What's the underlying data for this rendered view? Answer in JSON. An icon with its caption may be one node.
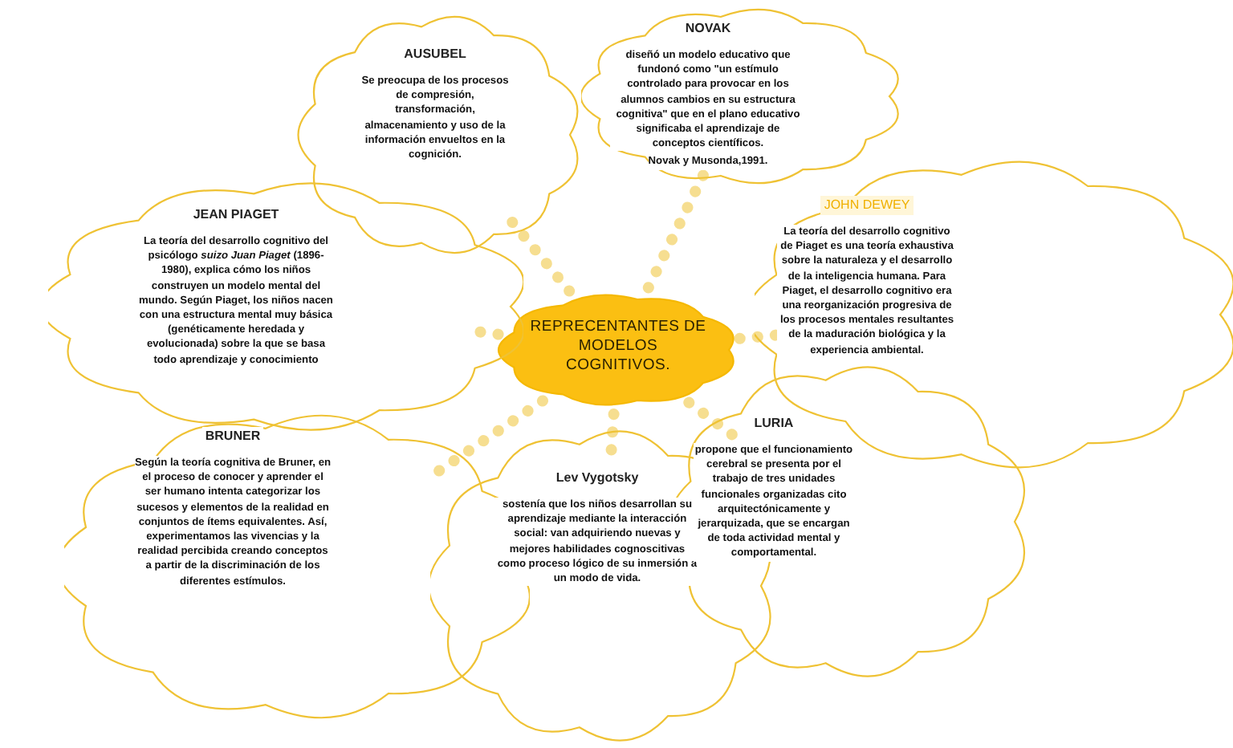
{
  "diagram": {
    "nodes": [
      {
        "text": [
          "REPRECENTANTES DE MODELOS COGNITIVOS."
        ]
      },
      {
        "text": [
          "AUSUBEL",
          "Se preocupa de los procesos de compresión, transformación, almacenamiento y uso de la información envueltos en la cognición."
        ]
      },
      {
        "text": [
          "NOVAK",
          "diseñó un modelo educativo que fundonó como \"un estímulo controlado para provocar en los alumnos cambios en su estructura cognitiva\" que en el plano educativo significaba el aprendizaje de conceptos científicos.",
          "Novak y Musonda,1991."
        ]
      },
      {
        "text": [
          "JEAN PIAGET",
          "La teoría del desarrollo cognitivo del psicólogo *suizo Juan Piaget* (1896-1980), explica cómo los niños construyen un modelo mental del mundo. Según Piaget, los niños nacen con una estructura mental muy básica (genéticamente heredada y evolucionada) sobre la que se basa todo aprendizaje y conocimiento"
        ]
      },
      {
        "text": [
          "JOHN DEWEY",
          "La teoría del desarrollo cognitivo de Piaget es una teoría exhaustiva sobre la naturaleza y el desarrollo de la inteligencia humana. Para Piaget, el desarrollo cognitivo era una reorganización progresiva de los procesos mentales resultantes de la maduración biológica y la experiencia ambiental."
        ]
      },
      {
        "text": [
          "BRUNER",
          "Según la teoría cognitiva de Bruner, en el proceso de conocer y aprender el ser humano intenta categorizar los sucesos y elementos de la realidad en conjuntos de ítems equivalentes. Así, experimentamos las vivencias y la realidad percibida creando conceptos a partir de la discriminación de los diferentes estímulos."
        ]
      },
      {
        "text": [
          "Lev Vygotsky",
          "sostenía que los niños desarrollan su aprendizaje mediante la interacción social: van adquiriendo nuevas y mejores habilidades cognoscitivas como proceso lógico de su inmersión a un modo de vida."
        ]
      },
      {
        "text": [
          "LURIA",
          "propone que el funcionamiento cerebral se presenta por el trabajo de tres unidades funcionales organizadas cito arquitectónicamente y jerarquizada, que se encargan de toda actividad mental y comportamental."
        ]
      }
    ],
    "edges": [
      {
        "from": 0,
        "to": 1,
        "arrow": "none"
      },
      {
        "from": 0,
        "to": 2,
        "arrow": "none"
      },
      {
        "from": 0,
        "to": 3,
        "arrow": "none"
      },
      {
        "from": 0,
        "to": 4,
        "arrow": "none"
      },
      {
        "from": 0,
        "to": 5,
        "arrow": "none"
      },
      {
        "from": 0,
        "to": 6,
        "arrow": "none"
      },
      {
        "from": 0,
        "to": 7,
        "arrow": "none"
      }
    ]
  }
}
